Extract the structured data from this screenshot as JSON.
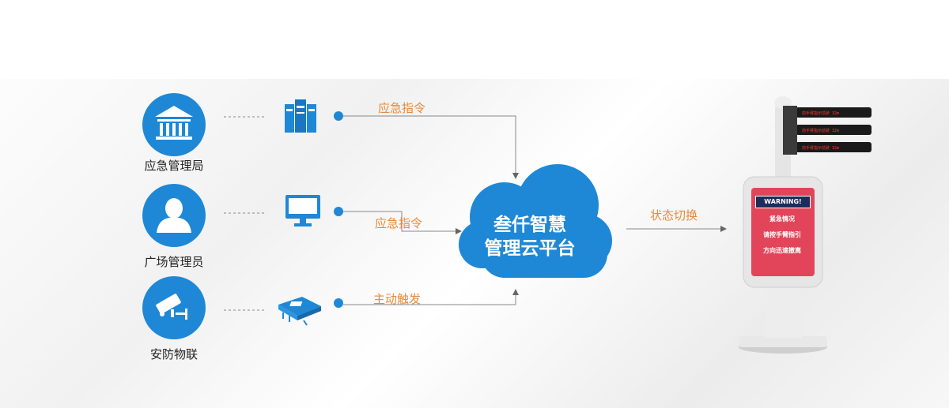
{
  "sources": [
    {
      "label": "应急管理局",
      "icon": "bank-icon"
    },
    {
      "label": "广场管理员",
      "icon": "user-icon"
    },
    {
      "label": "安防物联",
      "icon": "cctv-camera-icon"
    }
  ],
  "devices": [
    {
      "icon": "server-icon"
    },
    {
      "icon": "monitor-icon"
    },
    {
      "icon": "circuit-board-icon"
    }
  ],
  "arrows": [
    "应急指令",
    "应急指令",
    "主动触发"
  ],
  "cloud": {
    "line1": "叁仟智慧",
    "line2": "管理云平台"
  },
  "output_label": "状态切换",
  "kiosk": {
    "warning_title": "WARNING!",
    "lines": [
      "紧急情况",
      "请按手臂指引",
      "方向迅速撤离"
    ],
    "led_rows": [
      "前手臂指示前驶 32m",
      "前手臂指示前驶 32m",
      "前手臂指示前驶 32m"
    ]
  },
  "colors": {
    "accent": "#1e88d6",
    "orange": "#e88a3c",
    "warning_red": "#e2455a"
  }
}
